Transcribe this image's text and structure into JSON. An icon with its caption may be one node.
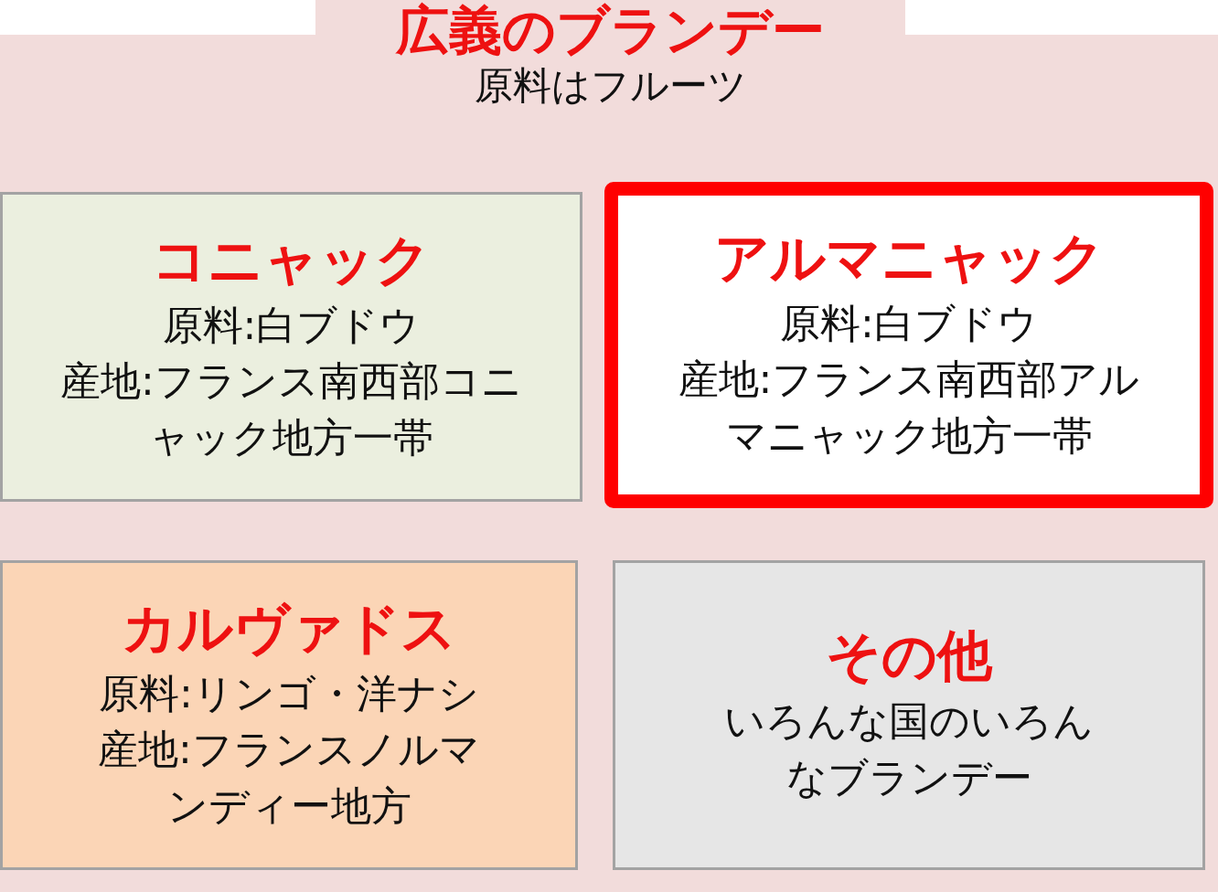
{
  "diagram": {
    "nodes": [
      {
        "text": [
          "広義のブランデー",
          "原料はフルーツ"
        ]
      },
      {
        "text": [
          "コニャック",
          "原料:白ブドウ",
          "産地:フランス南西部コニャック地方一帯"
        ],
        "in": 0
      },
      {
        "text": [
          "アルマニャック",
          "原料:白ブドウ",
          "産地:フランス南西部アルマニャック地方一帯"
        ],
        "in": 0
      },
      {
        "text": [
          "カルヴァドス",
          "原料:リンゴ・洋ナシ",
          "産地:フランスノルマンディー地方"
        ],
        "in": 0
      },
      {
        "text": [
          "その他",
          "いろんな国のいろんなブランデー"
        ],
        "in": 0
      }
    ]
  }
}
